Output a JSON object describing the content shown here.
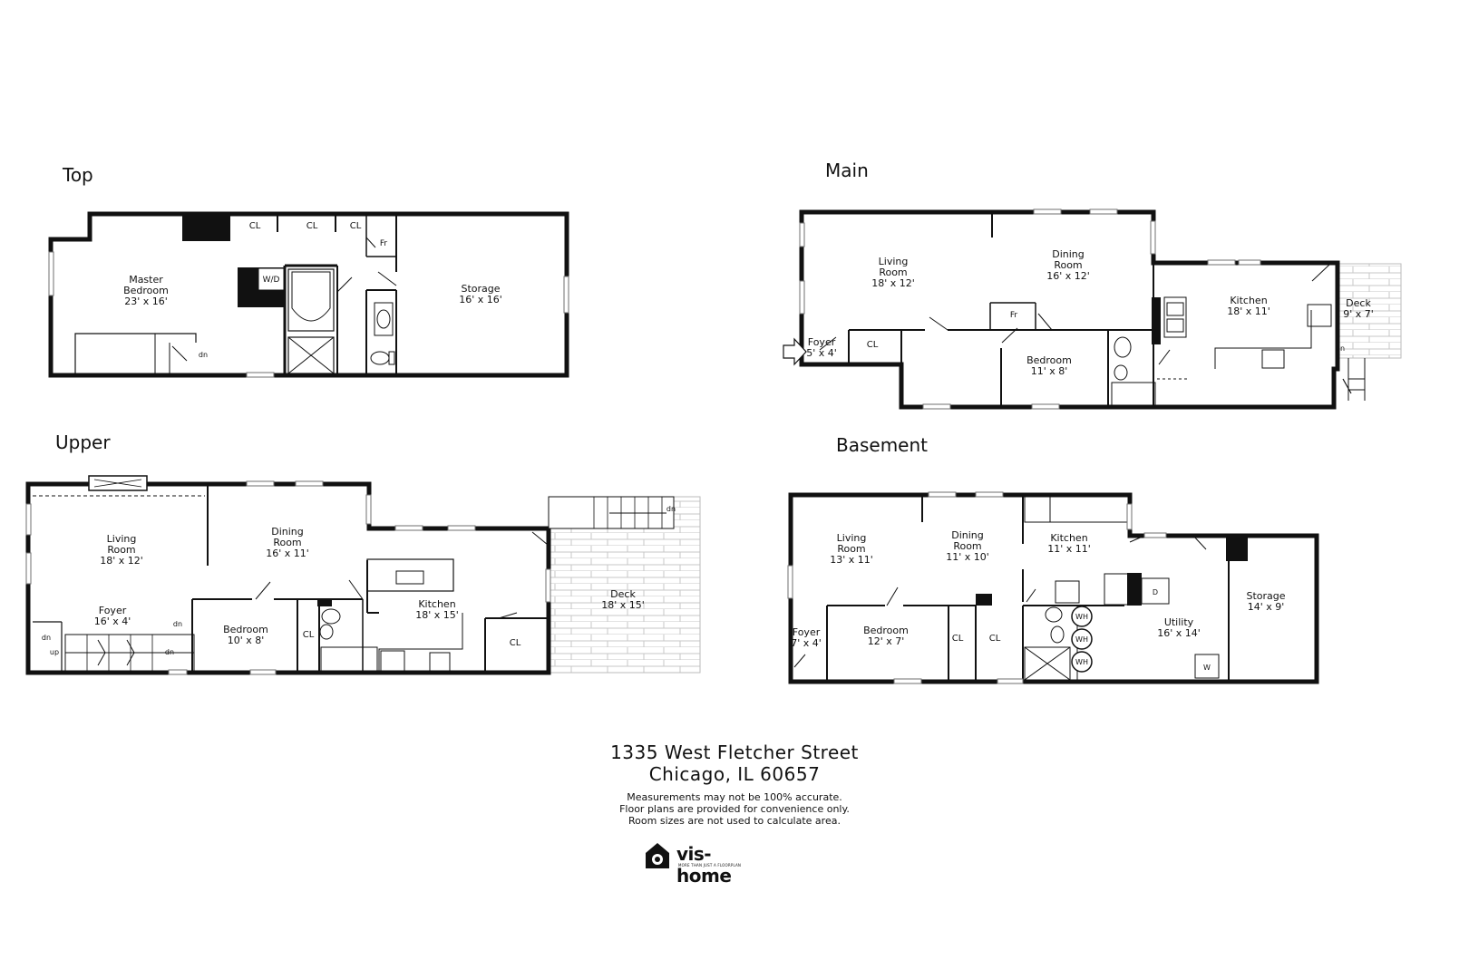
{
  "floors": {
    "top": {
      "title": "Top",
      "rooms": {
        "master_bedroom": [
          "Master",
          "Bedroom",
          "23' x 16'"
        ],
        "storage": [
          "Storage",
          "16' x 16'"
        ]
      },
      "labels": {
        "cl": "CL",
        "fr": "Fr",
        "wd": "W/D",
        "dn": "dn"
      }
    },
    "main": {
      "title": "Main",
      "rooms": {
        "living_room": [
          "Living",
          "Room",
          "18' x 12'"
        ],
        "dining_room": [
          "Dining",
          "Room",
          "16' x 12'"
        ],
        "kitchen": [
          "Kitchen",
          "18' x 11'"
        ],
        "deck": [
          "Deck",
          "9' x 7'"
        ],
        "foyer": [
          "Foyer",
          "5' x 4'"
        ],
        "bedroom": [
          "Bedroom",
          "11' x 8'"
        ]
      },
      "labels": {
        "cl": "CL",
        "fr": "Fr",
        "dn": "dn"
      }
    },
    "upper": {
      "title": "Upper",
      "rooms": {
        "living_room": [
          "Living",
          "Room",
          "18' x 12'"
        ],
        "dining_room": [
          "Dining",
          "Room",
          "16' x 11'"
        ],
        "kitchen": [
          "Kitchen",
          "18' x 15'"
        ],
        "deck": [
          "Deck",
          "18' x 15'"
        ],
        "foyer": [
          "Foyer",
          "16' x 4'"
        ],
        "bedroom": [
          "Bedroom",
          "10' x 8'"
        ]
      },
      "labels": {
        "cl": "CL",
        "dn": "dn",
        "up": "up"
      }
    },
    "basement": {
      "title": "Basement",
      "rooms": {
        "living_room": [
          "Living",
          "Room",
          "13' x 11'"
        ],
        "dining_room": [
          "Dining",
          "Room",
          "11' x 10'"
        ],
        "kitchen": [
          "Kitchen",
          "11' x 11'"
        ],
        "storage": [
          "Storage",
          "14' x 9'"
        ],
        "utility": [
          "Utility",
          "16' x 14'"
        ],
        "foyer": [
          "Foyer",
          "7' x 4'"
        ],
        "bedroom": [
          "Bedroom",
          "12' x 7'"
        ]
      },
      "labels": {
        "cl": "CL",
        "wh": "WH",
        "d": "D",
        "w": "W"
      }
    }
  },
  "address": {
    "line1": "1335 West Fletcher Street",
    "line2": "Chicago, IL 60657"
  },
  "disclaimer": [
    "Measurements may not be 100% accurate.",
    "Floor plans are provided for convenience only.",
    "Room sizes are not used to calculate area."
  ],
  "brand": {
    "name": "vis-home",
    "tagline": "MORE THAN JUST A FLOORPLAN"
  },
  "colors": {
    "wall": "#111111",
    "deck_hatch": "#bdbdbd",
    "window": "#6f6f6f"
  }
}
